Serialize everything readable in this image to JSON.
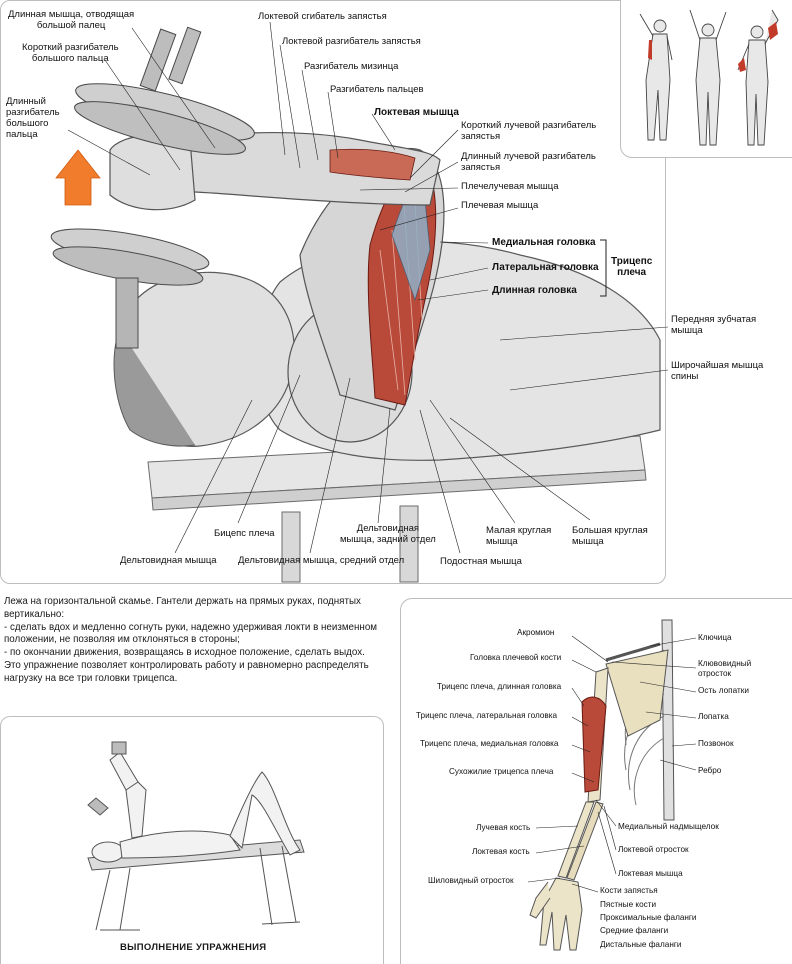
{
  "main": {
    "labels": [
      {
        "id": "l1",
        "text": "Длинная мышца, отводящая\nбольшой палец"
      },
      {
        "id": "l2",
        "text": "Короткий разгибатель\nбольшого пальца"
      },
      {
        "id": "l3",
        "text": "Длинный\nразгибатель\nбольшого\nпальца"
      },
      {
        "id": "l4",
        "text": "Локтевой сгибатель запястья"
      },
      {
        "id": "l5",
        "text": "Локтевой разгибатель запястья"
      },
      {
        "id": "l6",
        "text": "Разгибатель мизинца"
      },
      {
        "id": "l7",
        "text": "Разгибатель пальцев"
      },
      {
        "id": "l8",
        "text": "Локтевая мышца"
      },
      {
        "id": "l9",
        "text": "Короткий лучевой разгибатель\nзапястья"
      },
      {
        "id": "l10",
        "text": "Длинный лучевой разгибатель\nзапястья"
      },
      {
        "id": "l11",
        "text": "Плечелучевая мышца"
      },
      {
        "id": "l12",
        "text": "Плечевая мышца"
      },
      {
        "id": "l13",
        "text": "Медиальная головка"
      },
      {
        "id": "l14",
        "text": "Латеральная головка"
      },
      {
        "id": "l15",
        "text": "Длинная головка"
      },
      {
        "id": "l16",
        "text": "Трицепс\nплеча"
      },
      {
        "id": "l17",
        "text": "Передняя зубчатая\nмышца"
      },
      {
        "id": "l18",
        "text": "Широчайшая мышца\nспины"
      },
      {
        "id": "l19",
        "text": "Бицепс плеча"
      },
      {
        "id": "l20",
        "text": "Дельтовидная мышца"
      },
      {
        "id": "l21",
        "text": "Дельтовидная мышца, средний отдел"
      },
      {
        "id": "l22",
        "text": "Дельтовидная\nмышца, задний отдел"
      },
      {
        "id": "l23",
        "text": "Подостная мышца"
      },
      {
        "id": "l24",
        "text": "Малая круглая\nмышца"
      },
      {
        "id": "l25",
        "text": "Большая круглая\nмышца"
      }
    ]
  },
  "description": {
    "intro": "Лежа на горизонтальной скамье. Гантели держать на прямых руках, поднятых вертикально:",
    "step1": "-   сделать вдох и медленно согнуть руки, надежно удерживая локти в неизменном положении, не позволяя им отклоняться в стороны;",
    "step2": "-   по окончании движения, возвращаясь в исходное положение, сделать выдох.",
    "outro": "Это упражнение позволяет контролировать работу и равномерно распределять нагрузку на все три головки трицепса."
  },
  "exercise": {
    "caption": "ВЫПОЛНЕНИЕ УПРАЖНЕНИЯ"
  },
  "skeleton": {
    "labels": [
      {
        "id": "s1",
        "text": "Акромион"
      },
      {
        "id": "s2",
        "text": "Головка плечевой кости"
      },
      {
        "id": "s3",
        "text": "Трицепс плеча, длинная головка"
      },
      {
        "id": "s4",
        "text": "Трицепс плеча, латеральная головка"
      },
      {
        "id": "s5",
        "text": "Трицепс плеча, медиальная головка"
      },
      {
        "id": "s6",
        "text": "Сухожилие трицепса плеча"
      },
      {
        "id": "s7",
        "text": "Лучевая кость"
      },
      {
        "id": "s8",
        "text": "Локтевая кость"
      },
      {
        "id": "s9",
        "text": "Шиловидный отросток"
      },
      {
        "id": "s10",
        "text": "Ключица"
      },
      {
        "id": "s11",
        "text": "Клювовидный\nотросток"
      },
      {
        "id": "s12",
        "text": "Ость лопатки"
      },
      {
        "id": "s13",
        "text": "Лопатка"
      },
      {
        "id": "s14",
        "text": "Позвонок"
      },
      {
        "id": "s15",
        "text": "Ребро"
      },
      {
        "id": "s16",
        "text": "Медиальный надмыщелок"
      },
      {
        "id": "s17",
        "text": "Локтевой отросток"
      },
      {
        "id": "s18",
        "text": "Локтевая мышца"
      },
      {
        "id": "s19",
        "text": "Кости запястья"
      },
      {
        "id": "s20",
        "text": "Пястные кости"
      },
      {
        "id": "s21",
        "text": "Проксимальные фаланги"
      },
      {
        "id": "s22",
        "text": "Средние фаланги"
      },
      {
        "id": "s23",
        "text": "Дистальные фаланги"
      }
    ]
  }
}
